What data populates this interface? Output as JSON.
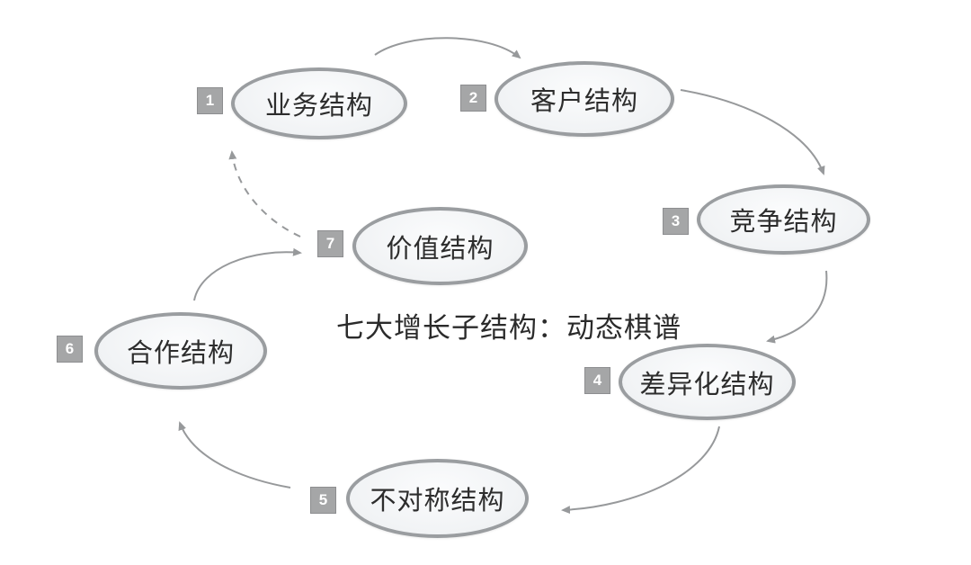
{
  "title": "七大增长子结构：动态棋谱",
  "nodes": [
    {
      "number": "1",
      "label": "业务结构"
    },
    {
      "number": "2",
      "label": "客户结构"
    },
    {
      "number": "3",
      "label": "竞争结构"
    },
    {
      "number": "4",
      "label": "差异化结构"
    },
    {
      "number": "5",
      "label": "不对称结构"
    },
    {
      "number": "6",
      "label": "合作结构"
    },
    {
      "number": "7",
      "label": "价值结构"
    }
  ],
  "edges": [
    {
      "from": "1",
      "to": "2",
      "style": "solid"
    },
    {
      "from": "2",
      "to": "3",
      "style": "solid"
    },
    {
      "from": "3",
      "to": "4",
      "style": "solid"
    },
    {
      "from": "4",
      "to": "5",
      "style": "solid"
    },
    {
      "from": "5",
      "to": "6",
      "style": "solid"
    },
    {
      "from": "6",
      "to": "7",
      "style": "solid"
    },
    {
      "from": "7",
      "to": "1",
      "style": "dashed"
    }
  ],
  "colors": {
    "background": "#ffffff",
    "ellipse_border": "#9a9da0",
    "ellipse_fill": "#f1f3f5",
    "badge_background": "#a5a6a7",
    "badge_text": "#ffffff",
    "arrow": "#97999b",
    "label_text": "#2d2d2d"
  }
}
